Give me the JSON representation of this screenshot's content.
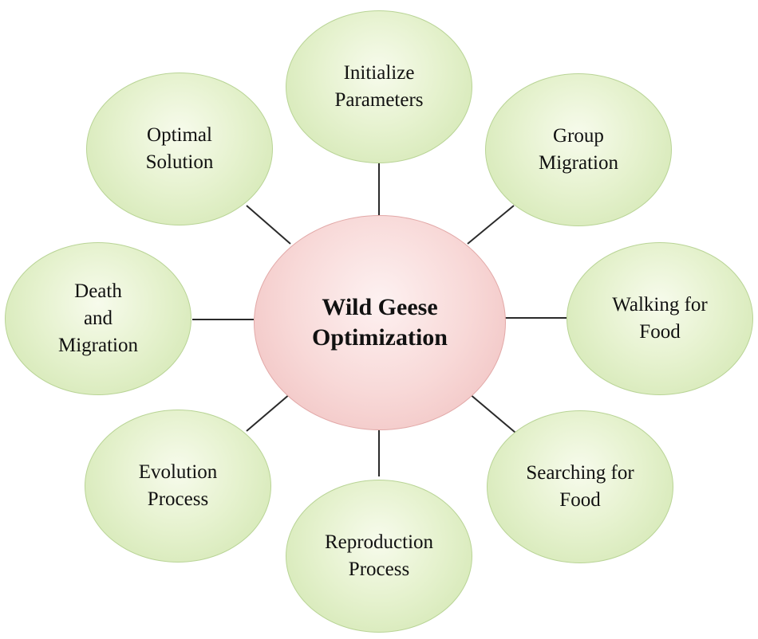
{
  "center": {
    "lines": [
      "Wild Geese",
      "Optimization"
    ]
  },
  "nodes": {
    "initialize_parameters": {
      "lines": [
        "Initialize",
        "Parameters"
      ]
    },
    "group_migration": {
      "lines": [
        "Group",
        "Migration"
      ]
    },
    "walking_for_food": {
      "lines": [
        "Walking for",
        "Food"
      ]
    },
    "searching_for_food": {
      "lines": [
        "Searching for",
        "Food"
      ]
    },
    "reproduction_process": {
      "lines": [
        "Reproduction",
        "Process"
      ]
    },
    "evolution_process": {
      "lines": [
        "Evolution",
        "Process"
      ]
    },
    "death_and_migration": {
      "lines": [
        "Death",
        "and",
        "Migration"
      ]
    },
    "optimal_solution": {
      "lines": [
        "Optimal",
        "Solution"
      ]
    }
  },
  "colors": {
    "outer_fill": "#e6f2cf",
    "center_fill": "#f8d9d8",
    "connector": "#2a2a2a"
  }
}
